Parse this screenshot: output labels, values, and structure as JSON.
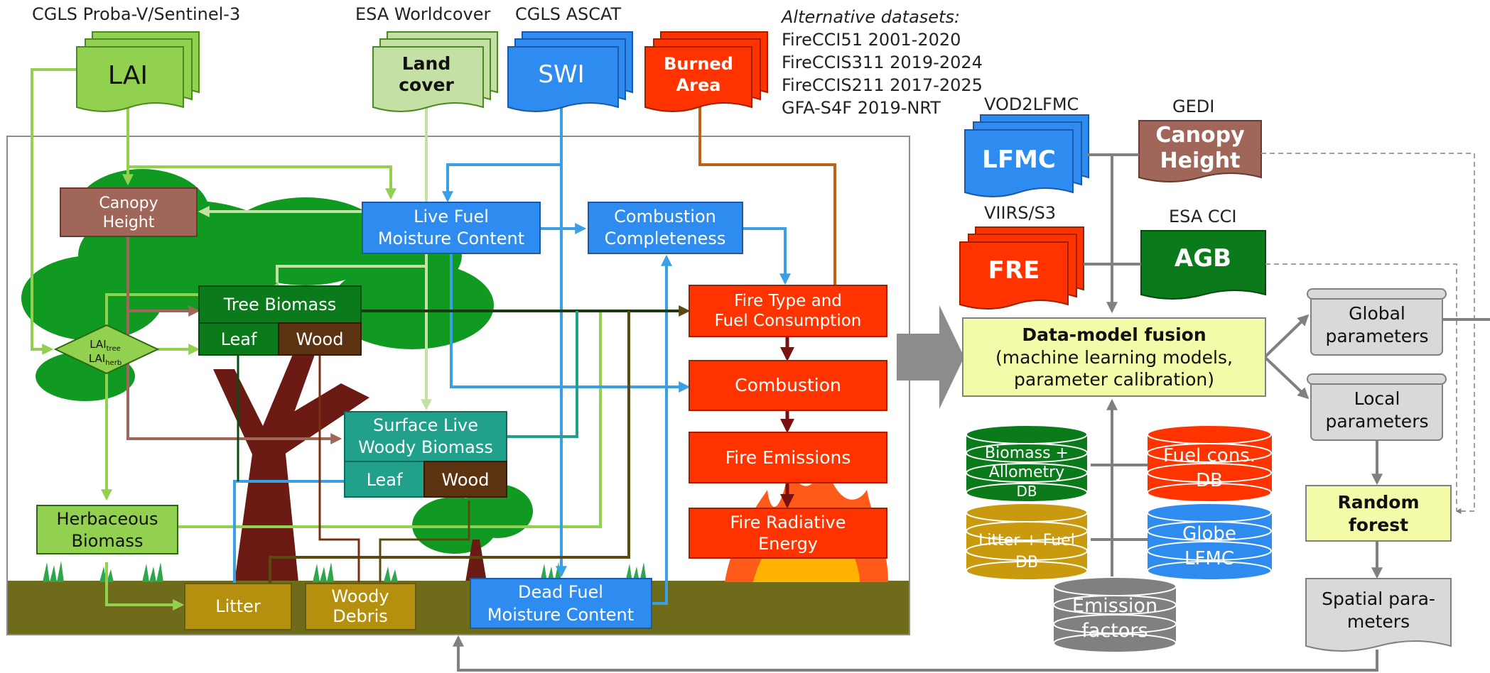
{
  "sources": {
    "cgls_probav": "CGLS Proba-V/Sentinel-3",
    "esa_worldcover": "ESA Worldcover",
    "cgls_ascat": "CGLS ASCAT",
    "vod2lfmc": "VOD2LFMC",
    "gedi": "GEDI",
    "viirs_s3": "VIIRS/S3",
    "esa_cci": "ESA CCI"
  },
  "alternative": {
    "title": "Alternative datasets:",
    "items": [
      "FireCCI51 2001-2020",
      "FireCCIS311 2019-2024",
      "FireCCIS211 2017-2025",
      "GFA-S4F 2019-NRT"
    ]
  },
  "inputs": {
    "lai": "LAI",
    "landcover": [
      "Land",
      "cover"
    ],
    "swi": "SWI",
    "burned": [
      "Burned",
      "Area"
    ],
    "lfmc": "LFMC",
    "canopy_height": [
      "Canopy",
      "Height"
    ],
    "fre": "FRE",
    "agb": "AGB"
  },
  "model": {
    "canopy_height": [
      "Canopy",
      "Height"
    ],
    "lai_tree": "LAI",
    "lai_tree_sub": "tree",
    "lai_herb": "LAI",
    "lai_herb_sub": "herb",
    "live_fuel": [
      "Live Fuel",
      "Moisture Content"
    ],
    "combustion_completeness": [
      "Combustion",
      "Completeness"
    ],
    "tree_biomass": "Tree Biomass",
    "leaf": "Leaf",
    "wood": "Wood",
    "surface_live": [
      "Surface Live",
      "Woody Biomass"
    ],
    "herbaceous": [
      "Herbaceous",
      "Biomass"
    ],
    "litter": "Litter",
    "woody_debris": [
      "Woody",
      "Debris"
    ],
    "dead_fuel": [
      "Dead Fuel",
      "Moisture Content"
    ],
    "fire_type": [
      "Fire Type and",
      "Fuel Consumption"
    ],
    "combustion": "Combustion",
    "fire_emissions": "Fire Emissions",
    "fire_radiative": [
      "Fire Radiative",
      "Energy"
    ]
  },
  "fusion": {
    "title": "Data-model fusion",
    "sub": [
      "(machine learning models,",
      "parameter calibration)"
    ]
  },
  "databases": {
    "biomass": [
      "Biomass +",
      "Allometry",
      "DB"
    ],
    "fuel_cons": [
      "Fuel cons.",
      "DB"
    ],
    "litter_fuel": [
      "Litter + Fuel",
      "DB"
    ],
    "globe_lfmc": [
      "Globe",
      "LFMC"
    ],
    "emission": [
      "Emission",
      "factors"
    ]
  },
  "outputs": {
    "global": [
      "Global",
      "parameters"
    ],
    "local": [
      "Local",
      "parameters"
    ],
    "random_forest": [
      "Random",
      "forest"
    ],
    "spatial": [
      "Spatial para-",
      "meters"
    ]
  },
  "colors": {
    "lai_green": "#92d050",
    "landcover_green": "#c5e0a5",
    "swi_blue": "#2e8bef",
    "burned_red": "#ff3300",
    "canopy_brown": "#a0665a",
    "tree_green": "#0a7a1a",
    "wood_brown": "#5c3310",
    "teal": "#21a08c",
    "litter_tan": "#b5900f",
    "fusion_yellow": "#f4fba8",
    "grey": "#d9d9d9"
  }
}
